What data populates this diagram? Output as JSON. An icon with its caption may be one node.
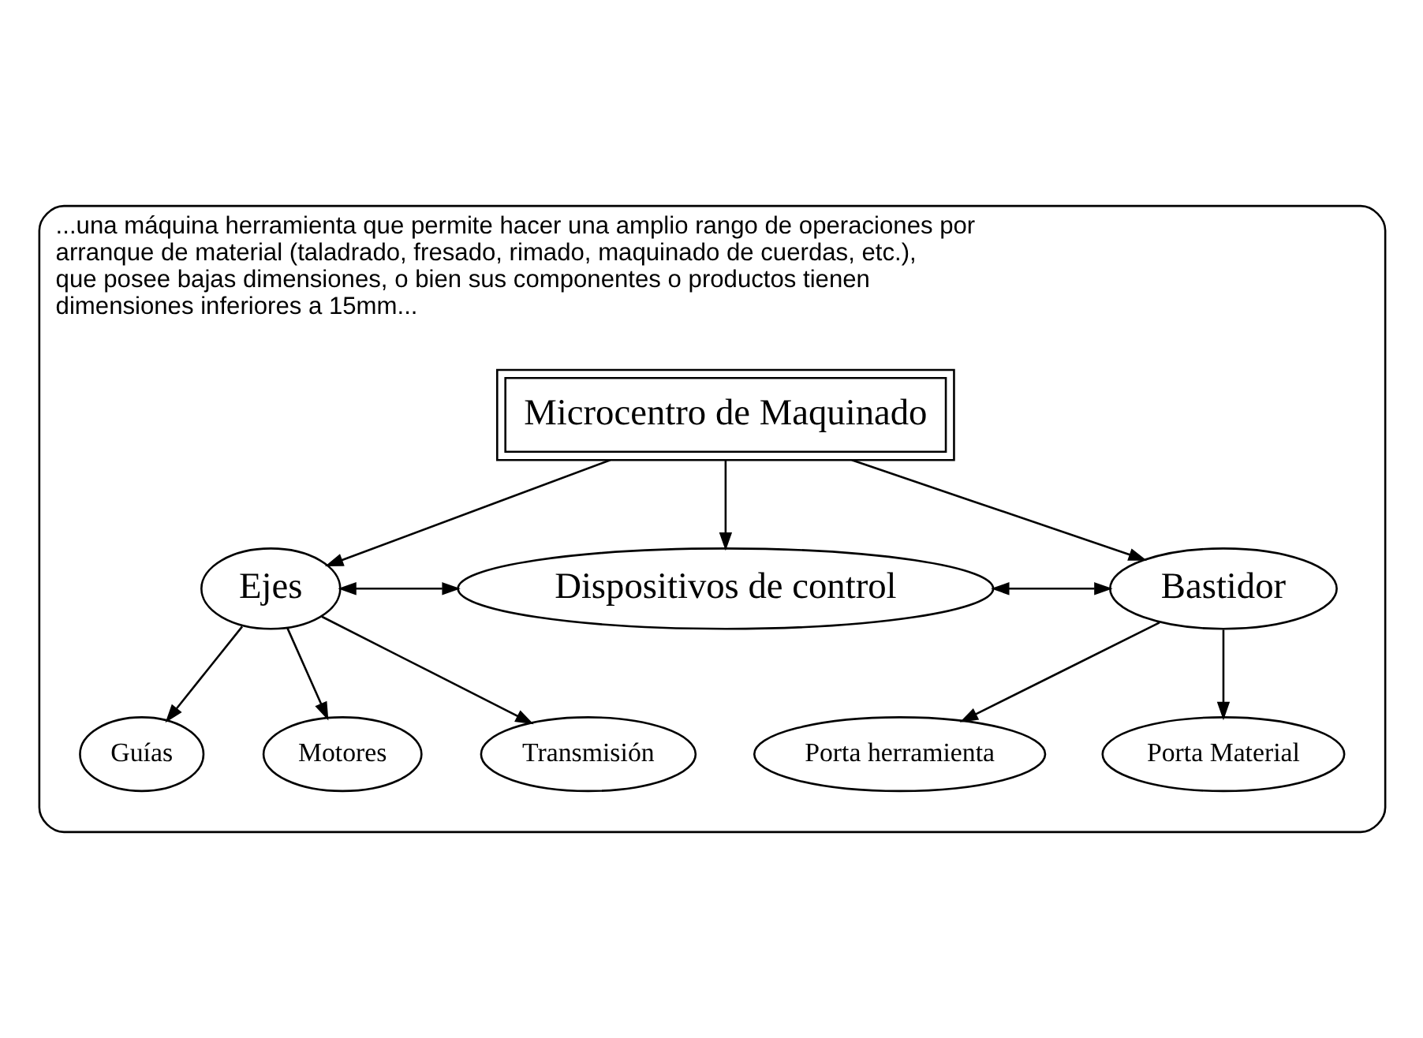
{
  "diagram": {
    "nodes": [
      {
        "text": [
          "...una máquina herramienta que permite hacer una amplio rango de operaciones por arranque de material (taladrado, fresado, rimado, maquinado de cuerdas, etc.), que posee bajas dimensiones, o bien sus componentes o productos tienen dimensiones inferiores a 15mm..."
        ]
      },
      {
        "text": [
          "Microcentro de Maquinado"
        ],
        "in": 0
      },
      {
        "text": [
          "Ejes"
        ],
        "in": 0
      },
      {
        "text": [
          "Dispositivos de control"
        ],
        "in": 0
      },
      {
        "text": [
          "Bastidor"
        ],
        "in": 0
      },
      {
        "text": [
          "Guías"
        ],
        "in": 0
      },
      {
        "text": [
          "Motores"
        ],
        "in": 0
      },
      {
        "text": [
          "Transmisión"
        ],
        "in": 0
      },
      {
        "text": [
          "Porta herramienta"
        ],
        "in": 0
      },
      {
        "text": [
          "Porta Material"
        ],
        "in": 0
      }
    ],
    "edges": [
      {
        "from": 1,
        "to": 2,
        "arrow": "to"
      },
      {
        "from": 1,
        "to": 3,
        "arrow": "to"
      },
      {
        "from": 1,
        "to": 4,
        "arrow": "to"
      },
      {
        "from": 2,
        "to": 3,
        "arrow": "both"
      },
      {
        "from": 3,
        "to": 4,
        "arrow": "both"
      },
      {
        "from": 2,
        "to": 5,
        "arrow": "to"
      },
      {
        "from": 2,
        "to": 6,
        "arrow": "to"
      },
      {
        "from": 2,
        "to": 7,
        "arrow": "to"
      },
      {
        "from": 4,
        "to": 8,
        "arrow": "to"
      },
      {
        "from": 4,
        "to": 9,
        "arrow": "to"
      }
    ]
  }
}
